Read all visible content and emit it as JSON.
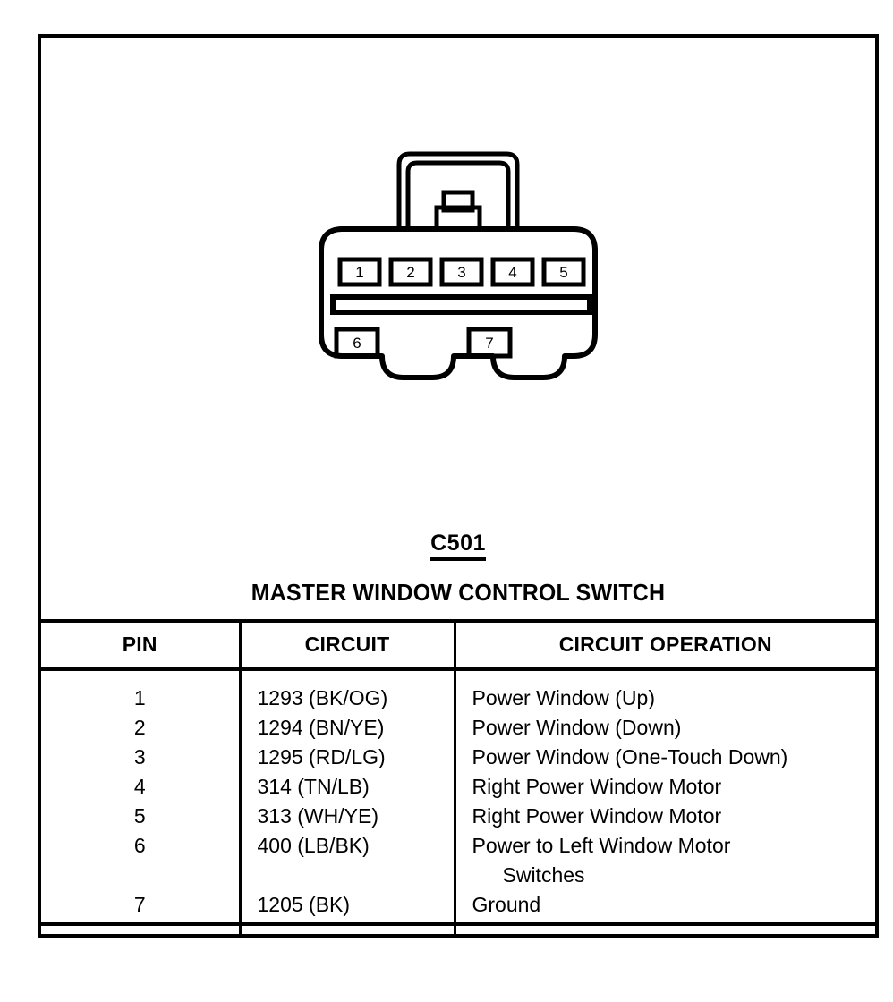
{
  "connector": {
    "id_label": "C501",
    "device_title": "MASTER WINDOW CONTROL SWITCH",
    "pin_labels_top": [
      "1",
      "2",
      "3",
      "4",
      "5"
    ],
    "pin_labels_bottom": [
      "6",
      "7"
    ],
    "colors": {
      "line": "#000000",
      "background": "#ffffff"
    }
  },
  "table": {
    "headers": [
      "PIN",
      "CIRCUIT",
      "CIRCUIT OPERATION"
    ],
    "rows": [
      {
        "pin": "1",
        "circuit": "1293 (BK/OG)",
        "operation": "Power Window (Up)",
        "operation_cont": ""
      },
      {
        "pin": "2",
        "circuit": "1294 (BN/YE)",
        "operation": "Power Window (Down)",
        "operation_cont": ""
      },
      {
        "pin": "3",
        "circuit": "1295 (RD/LG)",
        "operation": "Power Window (One-Touch Down)",
        "operation_cont": ""
      },
      {
        "pin": "4",
        "circuit": "314 (TN/LB)",
        "operation": "Right Power Window Motor",
        "operation_cont": ""
      },
      {
        "pin": "5",
        "circuit": "313 (WH/YE)",
        "operation": "Right Power Window Motor",
        "operation_cont": ""
      },
      {
        "pin": "6",
        "circuit": "400 (LB/BK)",
        "operation": "Power to Left Window Motor",
        "operation_cont": "Switches"
      },
      {
        "pin": "7",
        "circuit": "1205  (BK)",
        "operation": "Ground",
        "operation_cont": ""
      }
    ]
  }
}
